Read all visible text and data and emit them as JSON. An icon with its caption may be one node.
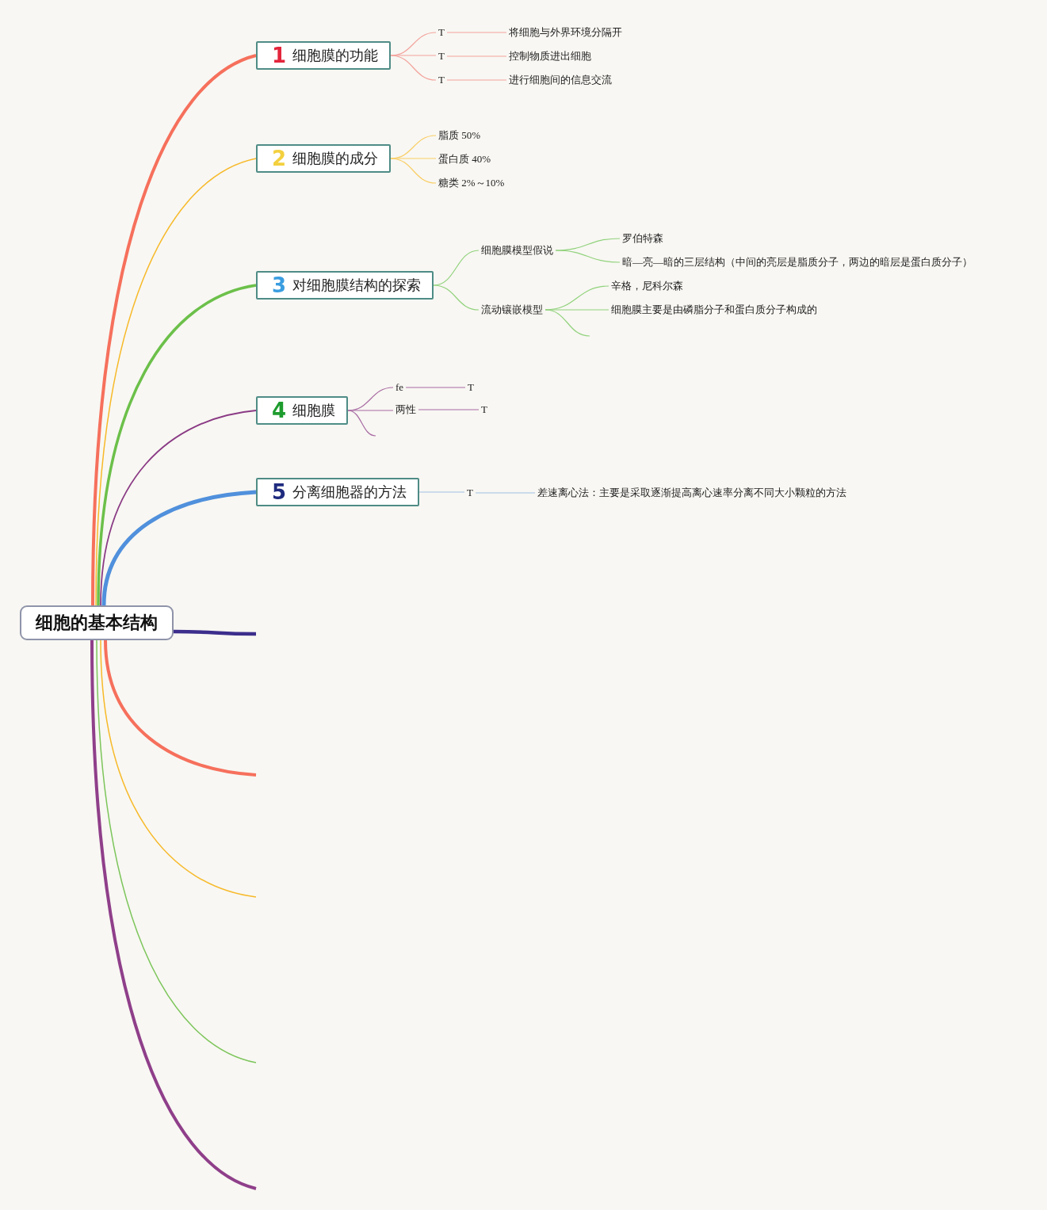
{
  "diagram": {
    "nodes": [
      {
        "text": [
          "细胞的基本结构"
        ]
      },
      {
        "text": [
          "1",
          "细胞膜的功能"
        ]
      },
      {
        "text": [
          "T"
        ]
      },
      {
        "text": [
          "将细胞与外界环境分隔开"
        ]
      },
      {
        "text": [
          "T"
        ]
      },
      {
        "text": [
          "控制物质进出细胞"
        ]
      },
      {
        "text": [
          "T"
        ]
      },
      {
        "text": [
          "进行细胞间的信息交流"
        ]
      },
      {
        "text": [
          "2",
          "细胞膜的成分"
        ]
      },
      {
        "text": [
          "脂质 50%"
        ]
      },
      {
        "text": [
          "蛋白质 40%"
        ]
      },
      {
        "text": [
          "糖类 2%～10%"
        ]
      },
      {
        "text": [
          "3",
          "对细胞膜结构的探索"
        ]
      },
      {
        "text": [
          "细胞膜模型假说"
        ]
      },
      {
        "text": [
          "罗伯特森"
        ]
      },
      {
        "text": [
          "暗—亮—暗的三层结构（中间的亮层是脂质分子，两边的暗层是蛋白质分子）"
        ]
      },
      {
        "text": [
          "流动镶嵌模型"
        ]
      },
      {
        "text": [
          "辛格，尼科尔森"
        ]
      },
      {
        "text": [
          "细胞膜主要是由磷脂分子和蛋白质分子构成的"
        ]
      },
      {
        "text": [
          "4",
          "细胞膜"
        ]
      },
      {
        "text": [
          "fe"
        ]
      },
      {
        "text": [
          "T"
        ]
      },
      {
        "text": [
          "两性"
        ]
      },
      {
        "text": [
          "T"
        ]
      },
      {
        "text": [
          "5",
          "分离细胞器的方法"
        ]
      },
      {
        "text": [
          "T"
        ]
      },
      {
        "text": [
          "差速离心法：主要是采取逐渐提高离心速率分离不同大小颗粒的方法"
        ]
      }
    ],
    "edges": [
      {
        "from": 0,
        "to": 1,
        "arrow": "none",
        "style": "thick",
        "color": "#f6705c"
      },
      {
        "from": 0,
        "to": 8,
        "arrow": "none",
        "color": "#f7b928"
      },
      {
        "from": 0,
        "to": 12,
        "arrow": "none",
        "style": "thick",
        "color": "#6cc04a"
      },
      {
        "from": 0,
        "to": 19,
        "arrow": "none",
        "color": "#8a3a84"
      },
      {
        "from": 0,
        "to": 24,
        "arrow": "none",
        "style": "thick",
        "color": "#5090dc"
      },
      {
        "from": 0,
        "to": null,
        "arrow": "none",
        "style": "thick",
        "color": "#3c2e8c"
      },
      {
        "from": 0,
        "to": null,
        "arrow": "none",
        "style": "thick",
        "color": "#f6705c"
      },
      {
        "from": 0,
        "to": null,
        "arrow": "none",
        "color": "#f7b928"
      },
      {
        "from": 0,
        "to": null,
        "arrow": "none",
        "color": "#7cc55a"
      },
      {
        "from": 0,
        "to": null,
        "arrow": "none",
        "style": "thick",
        "color": "#8f3f8a"
      },
      {
        "from": 1,
        "to": 2,
        "arrow": "none",
        "color": "#f3a29b"
      },
      {
        "from": 1,
        "to": 4,
        "arrow": "none",
        "color": "#f3a29b"
      },
      {
        "from": 1,
        "to": 6,
        "arrow": "none",
        "color": "#f3a29b"
      },
      {
        "from": 2,
        "to": 3,
        "arrow": "none",
        "color": "#f3a29b"
      },
      {
        "from": 4,
        "to": 5,
        "arrow": "none",
        "color": "#f3a29b"
      },
      {
        "from": 6,
        "to": 7,
        "arrow": "none",
        "color": "#f3a29b"
      },
      {
        "from": 8,
        "to": 9,
        "arrow": "none",
        "color": "#f9cd63"
      },
      {
        "from": 8,
        "to": 10,
        "arrow": "none",
        "color": "#f9cd63"
      },
      {
        "from": 8,
        "to": 11,
        "arrow": "none",
        "color": "#f9cd63"
      },
      {
        "from": 12,
        "to": 13,
        "arrow": "none",
        "color": "#91d27c"
      },
      {
        "from": 12,
        "to": 16,
        "arrow": "none",
        "color": "#91d27c"
      },
      {
        "from": 13,
        "to": 14,
        "arrow": "none",
        "color": "#91d27c"
      },
      {
        "from": 13,
        "to": 15,
        "arrow": "none",
        "color": "#91d27c"
      },
      {
        "from": 16,
        "to": 17,
        "arrow": "none",
        "color": "#91d27c"
      },
      {
        "from": 16,
        "to": 18,
        "arrow": "none",
        "color": "#91d27c"
      },
      {
        "from": 16,
        "to": null,
        "arrow": "none",
        "color": "#91d27c"
      },
      {
        "from": 19,
        "to": 20,
        "arrow": "none",
        "color": "#a86aa3"
      },
      {
        "from": 19,
        "to": 22,
        "arrow": "none",
        "color": "#a86aa3"
      },
      {
        "from": 19,
        "to": null,
        "arrow": "none",
        "color": "#a86aa3"
      },
      {
        "from": 20,
        "to": 21,
        "arrow": "none",
        "color": "#a86aa3"
      },
      {
        "from": 22,
        "to": 23,
        "arrow": "none",
        "color": "#a86aa3"
      },
      {
        "from": 24,
        "to": 25,
        "arrow": "none",
        "color": "#9ec0e3"
      },
      {
        "from": 25,
        "to": 26,
        "arrow": "none",
        "color": "#9ec0e3"
      }
    ]
  }
}
